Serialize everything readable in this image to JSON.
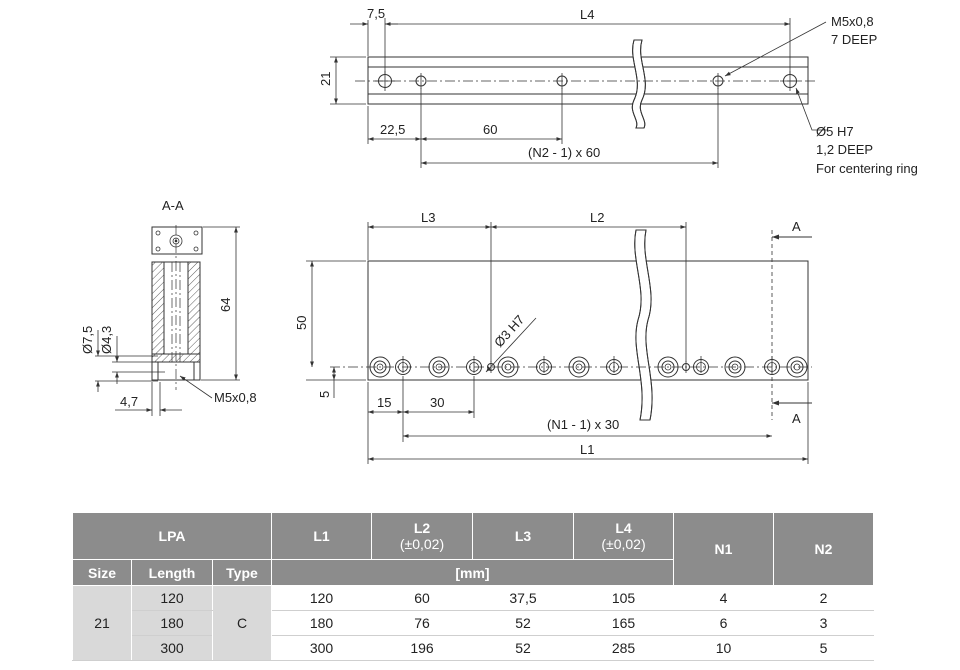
{
  "top_view": {
    "dim_7_5": "7,5",
    "dim_L4": "L4",
    "dim_21": "21",
    "dim_22_5": "22,5",
    "dim_60": "60",
    "dim_n2": "(N2 - 1) x 60",
    "callout_m5_line1": "M5x0,8",
    "callout_m5_line2": "7 DEEP",
    "callout_d5_line1": "Ø5 H7",
    "callout_d5_line2": "1,2 DEEP",
    "callout_d5_line3": "For centering ring"
  },
  "section_view": {
    "title": "A-A",
    "dim_64": "64",
    "dim_7_5": "Ø7,5",
    "dim_4_3": "Ø4,3",
    "dim_4_7": "4,7",
    "callout_m5": "M5x0,8"
  },
  "front_view": {
    "dim_L3": "L3",
    "dim_L2": "L2",
    "dim_50": "50",
    "dim_5": "5",
    "dim_15": "15",
    "dim_30": "30",
    "dim_n1": "(N1 - 1) x 30",
    "dim_L1": "L1",
    "callout_d3": "Ø3 H7",
    "section_mark_top": "A",
    "section_mark_bottom": "A"
  },
  "table": {
    "group_header": "LPA",
    "col_L1": "L1",
    "col_L2": "L2",
    "col_L2_tol": "(±0,02)",
    "col_L3": "L3",
    "col_L4": "L4",
    "col_L4_tol": "(±0,02)",
    "col_N1": "N1",
    "col_N2": "N2",
    "sub_size": "Size",
    "sub_length": "Length",
    "sub_type": "Type",
    "unit": "[mm]",
    "size_value": "21",
    "type_value": "C",
    "rows": [
      {
        "length": "120",
        "L1": "120",
        "L2": "60",
        "L3": "37,5",
        "L4": "105",
        "N1": "4",
        "N2": "2"
      },
      {
        "length": "180",
        "L1": "180",
        "L2": "76",
        "L3": "52",
        "L4": "165",
        "N1": "6",
        "N2": "3"
      },
      {
        "length": "300",
        "L1": "300",
        "L2": "196",
        "L3": "52",
        "L4": "285",
        "N1": "10",
        "N2": "5"
      }
    ]
  }
}
